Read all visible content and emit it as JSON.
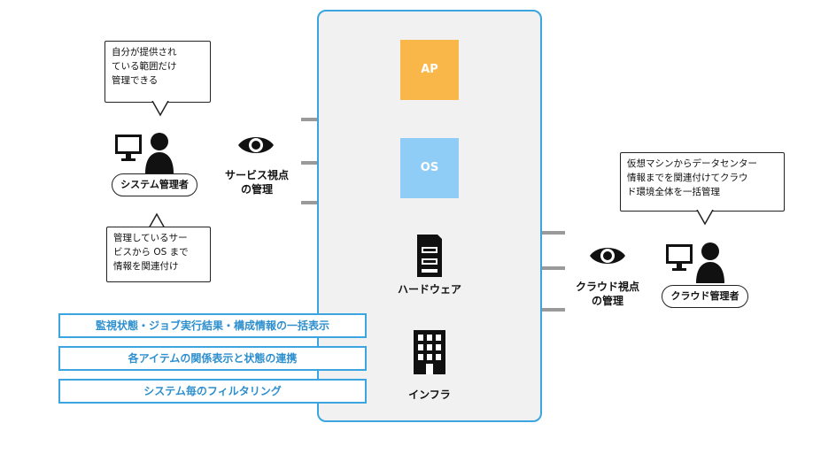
{
  "layers": {
    "ap": "AP",
    "os": "OS",
    "hardware": "ハードウェア",
    "infra": "インフラ"
  },
  "left": {
    "speech_top": [
      "自分が提供され",
      "ている範囲だけ",
      "管理できる"
    ],
    "actor": "システム管理者",
    "speech_bottom": [
      "管理しているサー",
      "ビスから OS まで",
      "情報を関連付け"
    ],
    "view_label": [
      "サービス視点",
      "の管理"
    ]
  },
  "right": {
    "speech": [
      "仮想マシンからデータセンター",
      "情報までを関連付けてクラウ",
      "ド環境全体を一括管理"
    ],
    "actor": "クラウド管理者",
    "view_label": [
      "クラウド視点",
      "の管理"
    ]
  },
  "features": [
    "監視状態・ジョブ実行結果・構成情報の一括表示",
    "各アイテムの関係表示と状態の連携",
    "システム毎のフィルタリング"
  ],
  "colors": {
    "panel_border": "#3ba5e0",
    "ap": "#f9b74a",
    "os": "#8fcdf7",
    "arrow": "#9a9a9a",
    "feature_text": "#2d8fce"
  },
  "icons": [
    "eye-icon",
    "person-computer-icon",
    "server-icon",
    "building-icon"
  ]
}
